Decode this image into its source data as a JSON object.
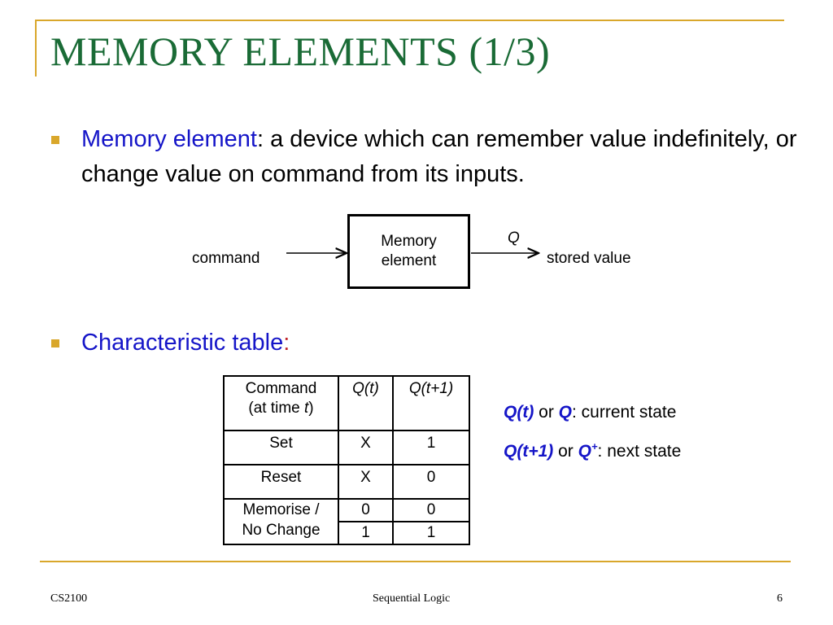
{
  "slide": {
    "title": "MEMORY ELEMENTS (1/3)",
    "bullet1": {
      "term": "Memory element",
      "text": ": a device which can remember value indefinitely, or change value on command from its inputs."
    },
    "diagram": {
      "input_label": "command",
      "box_line1": "Memory",
      "box_line2": "element",
      "output_symbol": "Q",
      "output_label": "stored value"
    },
    "bullet2": {
      "term": "Characteristic table",
      "colon": ":"
    },
    "table": {
      "header": {
        "command_line1": "Command",
        "command_line2_pre": "(at time ",
        "command_line2_var": "t",
        "command_line2_post": ")",
        "qt": "Q(t)",
        "qt1": "Q(t+1)"
      },
      "rows": [
        {
          "command": "Set",
          "qt": "X",
          "qt1": "1"
        },
        {
          "command": "Reset",
          "qt": "X",
          "qt1": "0"
        }
      ],
      "memorise": {
        "command_line1": "Memorise /",
        "command_line2": "No Change",
        "sub": [
          {
            "qt": "0",
            "qt1": "0"
          },
          {
            "qt": "1",
            "qt1": "1"
          }
        ]
      }
    },
    "legend": {
      "line1_a": "Q(t)",
      "line1_or": " or ",
      "line1_b": "Q",
      "line1_text": ": current state",
      "line2_a": "Q(t+1)",
      "line2_or": " or ",
      "line2_b": "Q",
      "line2_sup": "+",
      "line2_text": ": next state"
    },
    "footer": {
      "course": "CS2100",
      "topic": "Sequential Logic",
      "page": "6"
    },
    "colors": {
      "title": "#1a6b36",
      "accent": "#d9a72b",
      "term": "#1515c8",
      "colon": "#c0242a"
    }
  }
}
